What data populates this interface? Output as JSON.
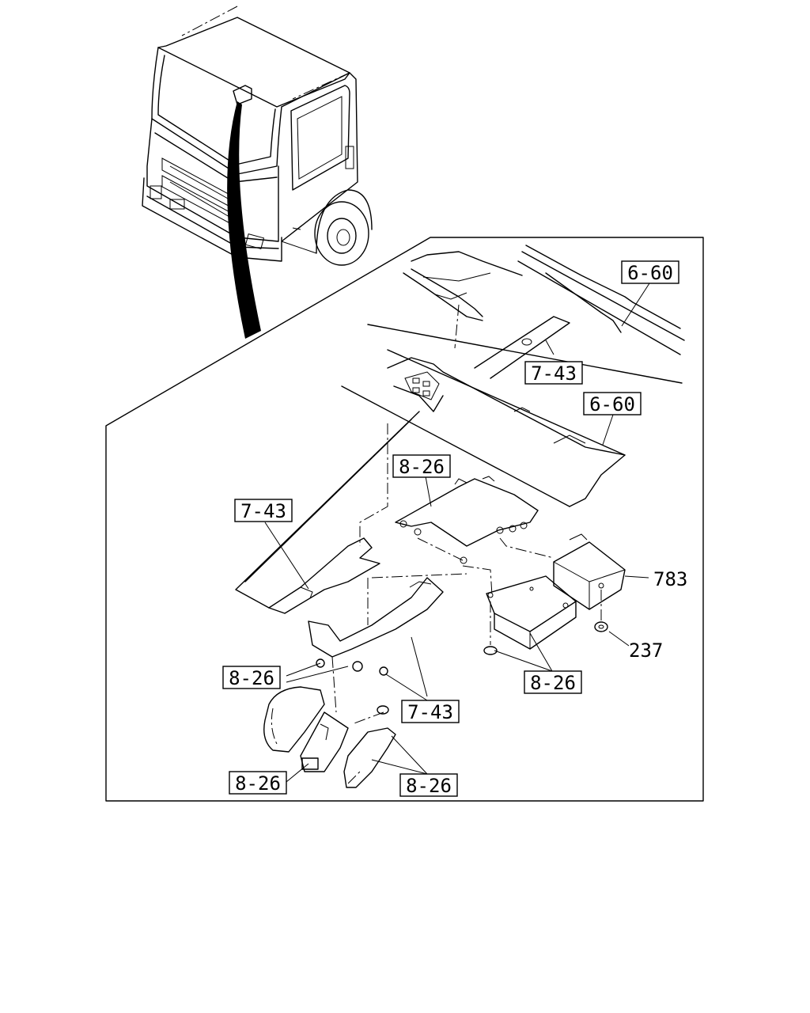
{
  "references": {
    "frame_6_60_top": "6-60",
    "crossmember_7_43_top": "7-43",
    "frame_6_60_mid": "6-60",
    "bracket_8_26_upper": "8-26",
    "bracket_7_43_left": "7-43",
    "bracket_8_26_left": "8-26",
    "bracket_7_43_lower": "7-43",
    "bracket_8_26_right": "8-26",
    "cover_8_26_bottom_left": "8-26",
    "cover_8_26_bottom_right": "8-26"
  },
  "parts": {
    "controller_783": "783",
    "nut_237": "237"
  }
}
